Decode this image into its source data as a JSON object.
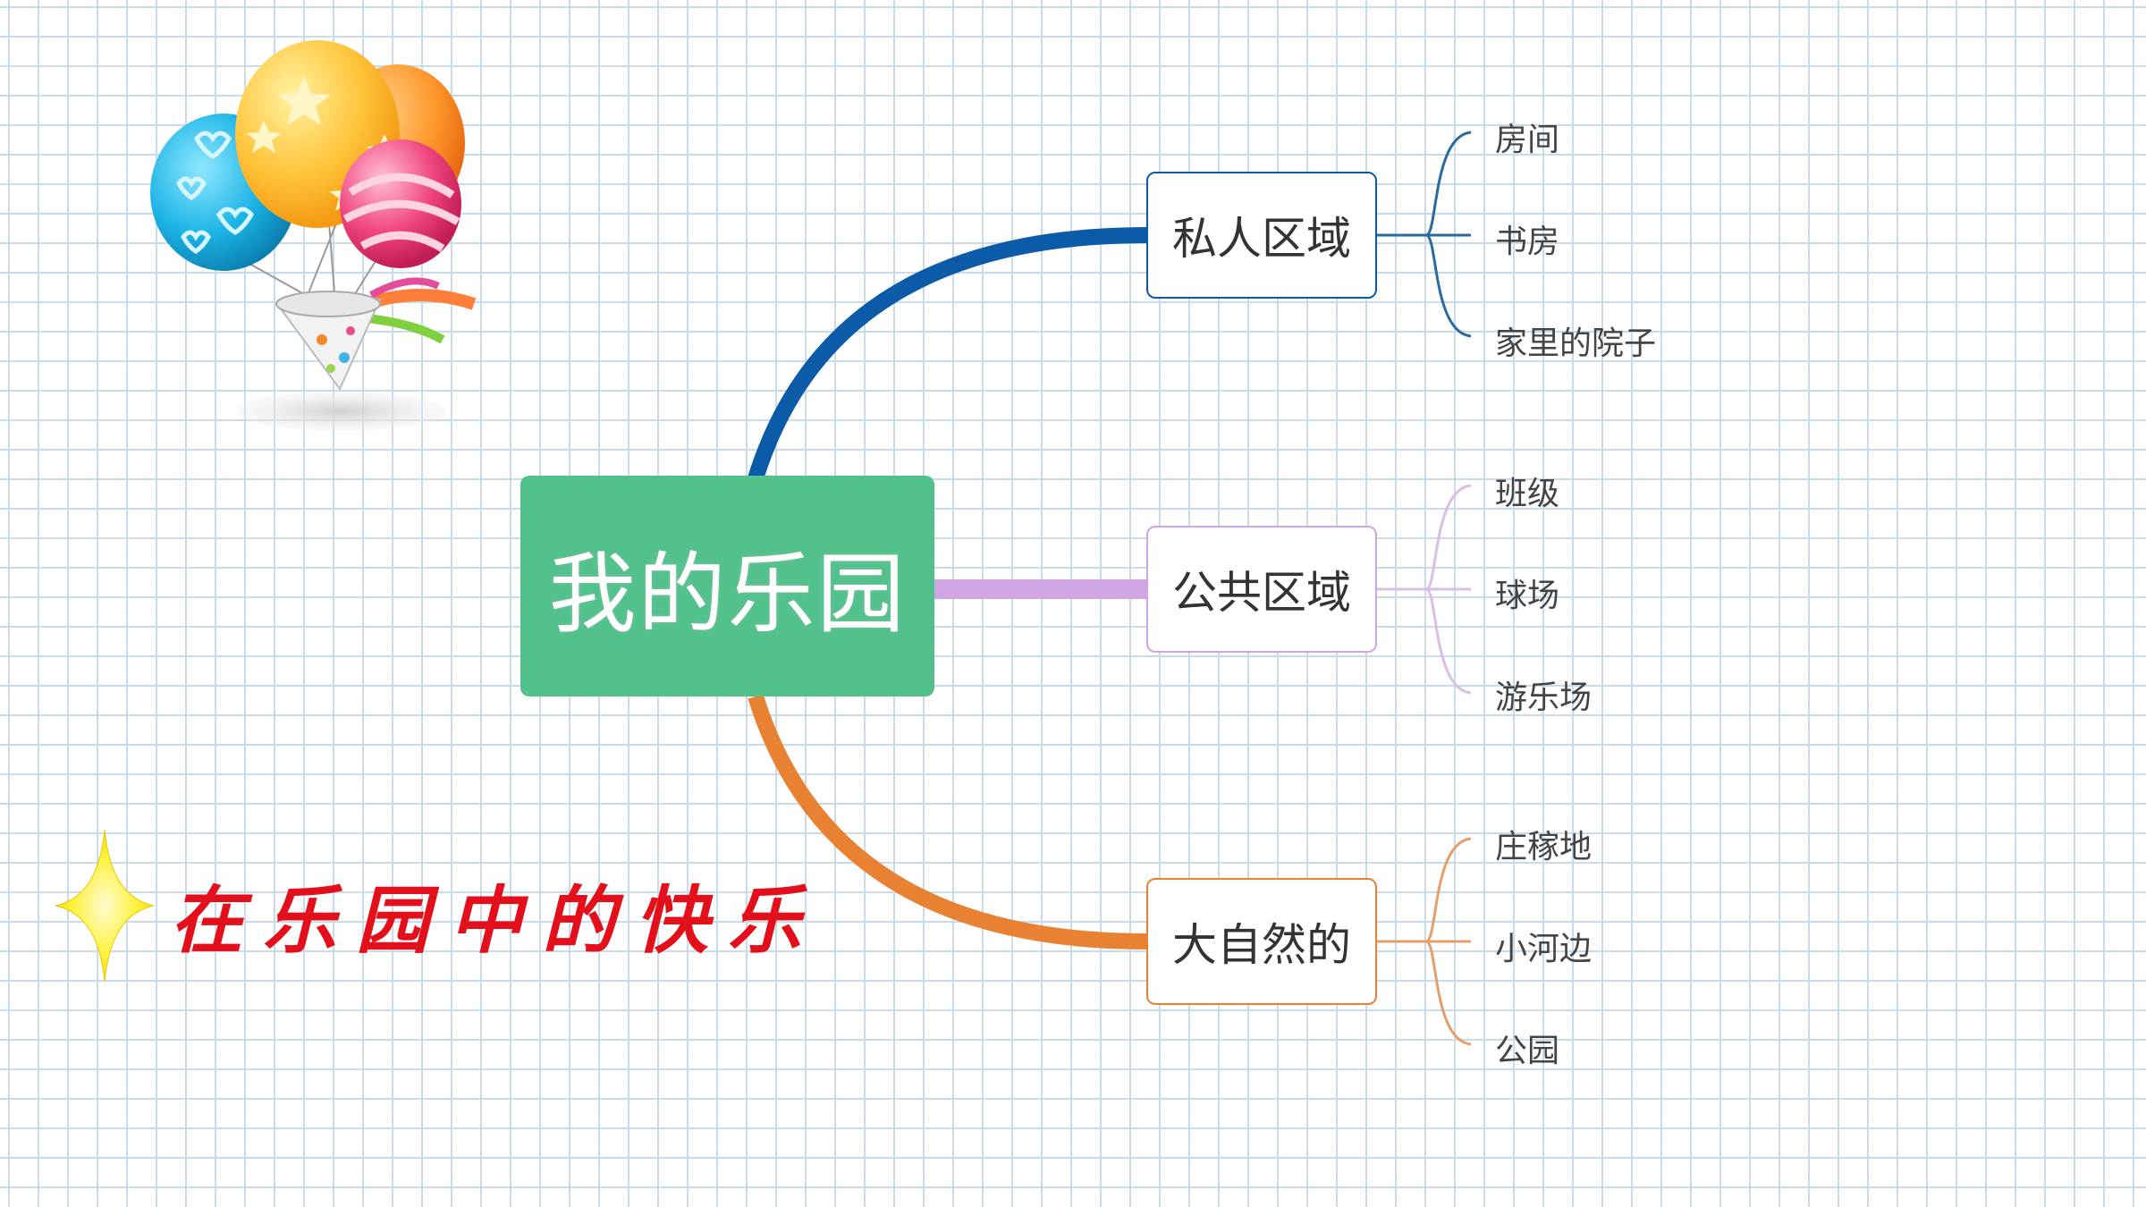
{
  "center": {
    "label": "我的乐园",
    "color": "#52c18c"
  },
  "branches": [
    {
      "label": "私人区域",
      "color": "#0c5ba8",
      "leaves": [
        "房间",
        "书房",
        "家里的院子"
      ]
    },
    {
      "label": "公共区域",
      "color": "#cfa6e3",
      "leaves": [
        "班级",
        "球场",
        "游乐场"
      ]
    },
    {
      "label": "大自然的",
      "color": "#e98133",
      "leaves": [
        "庄稼地",
        "小河边",
        "公园"
      ]
    }
  ],
  "banner": {
    "text": "在乐园中的快乐",
    "color": "#e3101c"
  },
  "decorations": {
    "balloons": "balloon-bouquet-icon",
    "star": "sparkle-star-icon"
  }
}
